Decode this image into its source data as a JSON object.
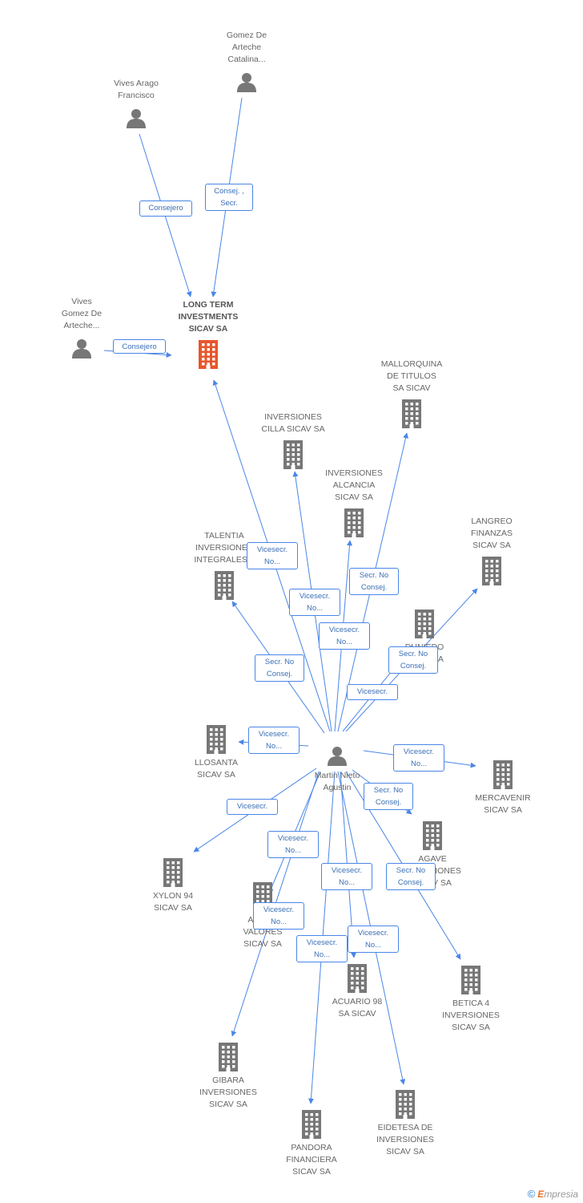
{
  "colors": {
    "edge": "#4a86e8",
    "company": "#777777",
    "focus_company": "#e8562a",
    "person": "#777777"
  },
  "nodes": [
    {
      "id": "gomez_catalina",
      "type": "person",
      "label": "Gomez De\nArteche\nCatalina..."
    },
    {
      "id": "vives_arago",
      "type": "person",
      "label": "Vives Arago\nFrancisco"
    },
    {
      "id": "vives_gomez",
      "type": "person",
      "label": "Vives\nGomez De\nArteche..."
    },
    {
      "id": "long_term",
      "type": "company",
      "focus": true,
      "label": "LONG TERM\nINVESTMENTS\nSICAV SA"
    },
    {
      "id": "mallorquina",
      "type": "company",
      "label": "MALLORQUINA\nDE TITULOS\nSA SICAV"
    },
    {
      "id": "cilla",
      "type": "company",
      "label": "INVERSIONES\nCILLA SICAV SA"
    },
    {
      "id": "alcancia",
      "type": "company",
      "label": "INVERSIONES\nALCANCIA\nSICAV SA"
    },
    {
      "id": "talentia",
      "type": "company",
      "label": "TALENTIA\nINVERSIONES\nINTEGRALES..."
    },
    {
      "id": "langreo",
      "type": "company",
      "label": "LANGREO\nFINANZAS\nSICAV SA"
    },
    {
      "id": "duniedo",
      "type": "company",
      "label": "DUNIEDO\nSICAV SA"
    },
    {
      "id": "llosanta",
      "type": "company",
      "label": "LLOSANTA\nSICAV SA"
    },
    {
      "id": "martin",
      "type": "person",
      "label": "Martin Nieto\nAgustin"
    },
    {
      "id": "mercavenir",
      "type": "company",
      "label": "MERCAVENIR\nSICAV SA"
    },
    {
      "id": "agave",
      "type": "company",
      "label": "AGAVE\nINVERSIONES\nSICAV SA"
    },
    {
      "id": "xylon",
      "type": "company",
      "label": "XYLON 94\nSICAV SA"
    },
    {
      "id": "amade",
      "type": "company",
      "label": "AMADE\nVALORES\nSICAV SA"
    },
    {
      "id": "acuario",
      "type": "company",
      "label": "ACUARIO 98\nSA SICAV"
    },
    {
      "id": "betica",
      "type": "company",
      "label": "BETICA 4\nINVERSIONES\nSICAV SA"
    },
    {
      "id": "gibara",
      "type": "company",
      "label": "GIBARA\nINVERSIONES\nSICAV SA"
    },
    {
      "id": "eidetesa",
      "type": "company",
      "label": "EIDETESA DE\nINVERSIONES\nSICAV SA"
    },
    {
      "id": "pandora",
      "type": "company",
      "label": "PANDORA\nFINANCIERA\nSICAV SA"
    }
  ],
  "edges": [
    {
      "from": "vives_arago",
      "to": "long_term",
      "label": "Consejero"
    },
    {
      "from": "gomez_catalina",
      "to": "long_term",
      "label": "Consej. ,\nSecr."
    },
    {
      "from": "vives_gomez",
      "to": "long_term",
      "label": "Consejero"
    },
    {
      "from": "martin",
      "to": "long_term",
      "label": "Vicesecr.\nNo..."
    },
    {
      "from": "martin",
      "to": "cilla",
      "label": "Vicesecr.\nNo..."
    },
    {
      "from": "martin",
      "to": "alcancia",
      "label": "Vicesecr.\nNo..."
    },
    {
      "from": "martin",
      "to": "mallorquina",
      "label": "Secr.  No\nConsej."
    },
    {
      "from": "martin",
      "to": "talentia",
      "label": "Secr.  No\nConsej."
    },
    {
      "from": "martin",
      "to": "duniedo",
      "label": "Secr.  No\nConsej."
    },
    {
      "from": "martin",
      "to": "langreo",
      "label": "Vicesecr."
    },
    {
      "from": "martin",
      "to": "llosanta",
      "label": "Vicesecr.\nNo..."
    },
    {
      "from": "martin",
      "to": "mercavenir",
      "label": "Vicesecr.\nNo..."
    },
    {
      "from": "martin",
      "to": "agave",
      "label": "Secr.  No\nConsej."
    },
    {
      "from": "martin",
      "to": "xylon",
      "label": "Vicesecr."
    },
    {
      "from": "martin",
      "to": "amade",
      "label": "Vicesecr.\nNo..."
    },
    {
      "from": "martin",
      "to": "acuario",
      "label": "Vicesecr.\nNo..."
    },
    {
      "from": "martin",
      "to": "betica",
      "label": "Secr.  No\nConsej."
    },
    {
      "from": "martin",
      "to": "gibara",
      "label": "Vicesecr.\nNo..."
    },
    {
      "from": "martin",
      "to": "eidetesa",
      "label": "Vicesecr.\nNo..."
    },
    {
      "from": "martin",
      "to": "pandora",
      "label": "Vicesecr.\nNo..."
    }
  ],
  "footer": {
    "copyright": "©",
    "brand_e": "E",
    "brand_rest": "mpresia"
  }
}
